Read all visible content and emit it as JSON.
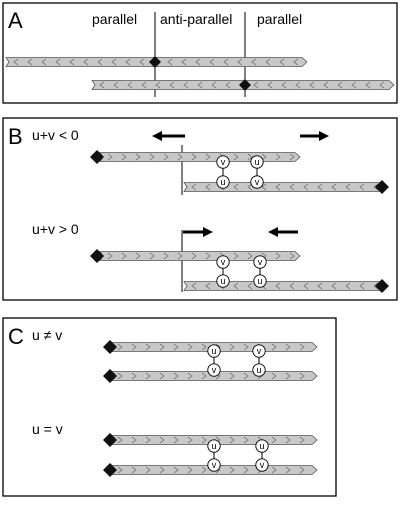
{
  "panels": [
    {
      "label": "A",
      "headers": [
        "parallel",
        "anti-parallel",
        "parallel"
      ]
    },
    {
      "label": "B",
      "conditions": [
        "u+v < 0",
        "u+v > 0"
      ]
    },
    {
      "label": "C",
      "conditions": [
        "u ≠ v",
        "u = v"
      ]
    }
  ],
  "monomers": {
    "u": "u",
    "v": "v"
  },
  "colors": {
    "filament": "#c8c8c8",
    "filament_stroke": "#555555",
    "chevron": "#777777",
    "end_marker": "#111111",
    "panel_border": "#000000"
  },
  "icons": [
    "diamond-end-marker",
    "arrow-left-icon",
    "arrow-right-icon",
    "chevron-filament"
  ]
}
